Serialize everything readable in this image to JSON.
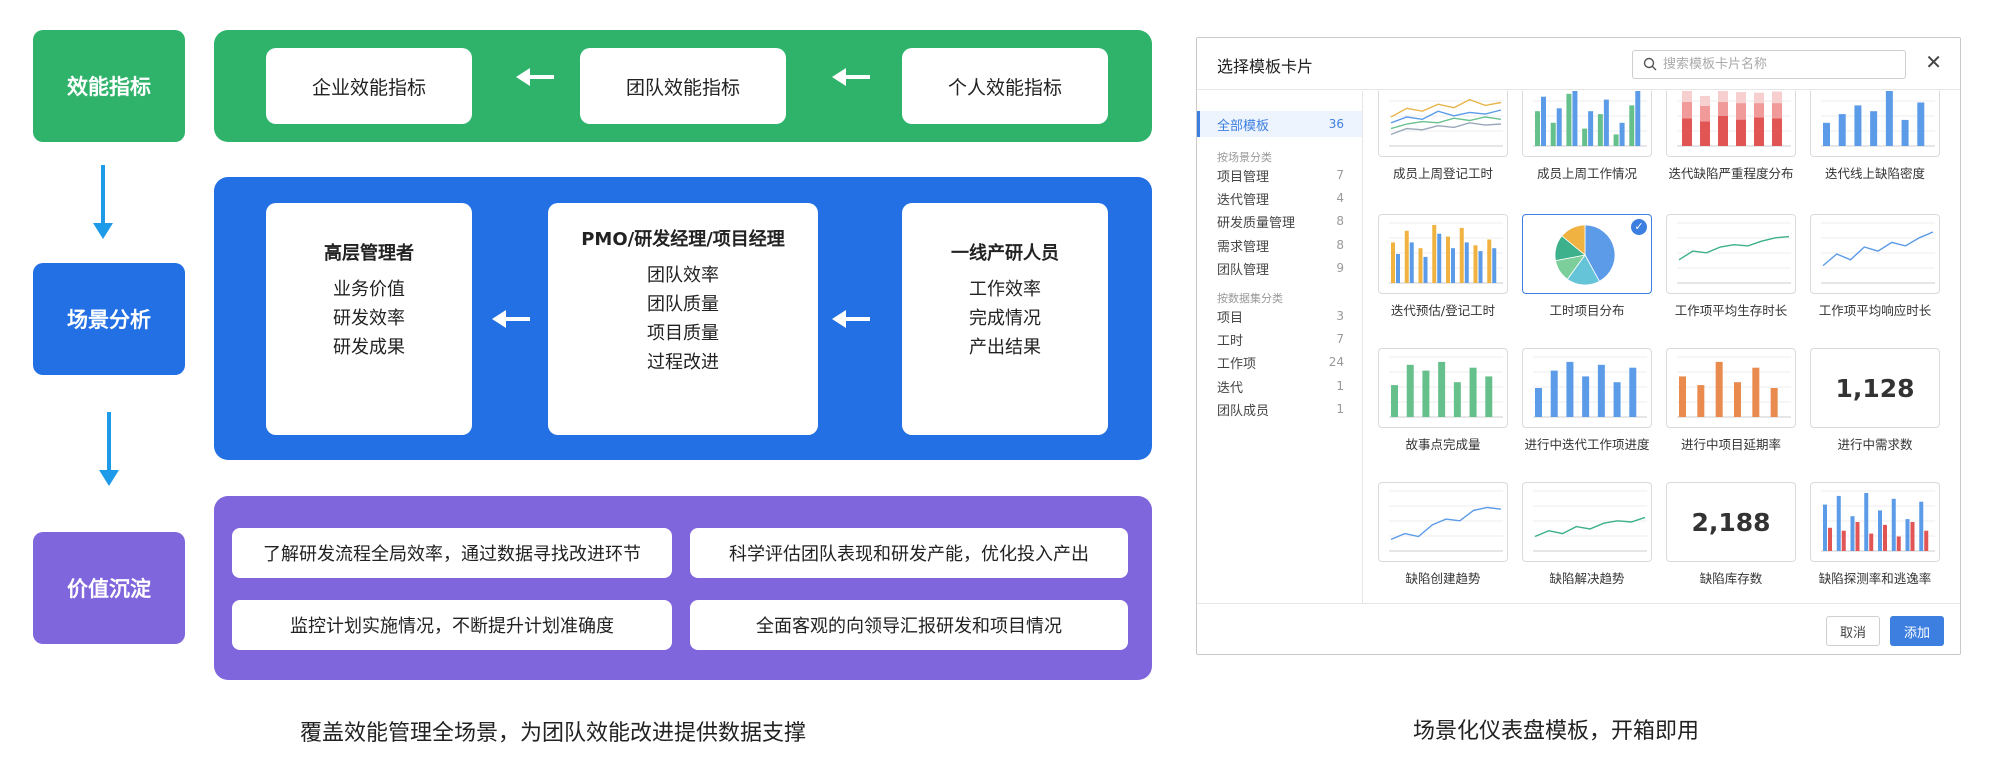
{
  "diagram": {
    "labels": [
      "效能指标",
      "场景分析",
      "价值沉淀"
    ],
    "metrics": {
      "enterprise": "企业效能指标",
      "team": "团队效能指标",
      "personal": "个人效能指标"
    },
    "roles": [
      {
        "title": "高层管理者",
        "lines": [
          "业务价值",
          "研发效率",
          "研发成果"
        ]
      },
      {
        "title": "PMO/研发经理/项目经理",
        "lines": [
          "团队效率",
          "团队质量",
          "项目质量",
          "过程改进"
        ]
      },
      {
        "title": "一线产研人员",
        "lines": [
          "工作效率",
          "完成情况",
          "产出结果"
        ]
      }
    ],
    "values": [
      "了解研发流程全局效率，通过数据寻找改进环节",
      "科学评估团队表现和研发产能，优化投入产出",
      "监控计划实施情况，不断提升计划准确度",
      "全面客观的向领导汇报研发和项目情况"
    ],
    "caption": "覆盖效能管理全场景，为团队效能改进提供数据支撑"
  },
  "dialog": {
    "title": "选择模板卡片",
    "search_placeholder": "搜索模板卡片名称",
    "close": "✕",
    "all": {
      "label": "全部模板",
      "count": "36"
    },
    "group1_title": "按场景分类",
    "group1": [
      {
        "label": "项目管理",
        "count": "7"
      },
      {
        "label": "迭代管理",
        "count": "4"
      },
      {
        "label": "研发质量管理",
        "count": "8"
      },
      {
        "label": "需求管理",
        "count": "8"
      },
      {
        "label": "团队管理",
        "count": "9"
      }
    ],
    "group2_title": "按数据集分类",
    "group2": [
      {
        "label": "项目",
        "count": "3"
      },
      {
        "label": "工时",
        "count": "7"
      },
      {
        "label": "工作项",
        "count": "24"
      },
      {
        "label": "迭代",
        "count": "1"
      },
      {
        "label": "团队成员",
        "count": "1"
      }
    ],
    "tiles": [
      {
        "name": "成员上周登记工时",
        "kind": "multiline"
      },
      {
        "name": "成员上周工作情况",
        "kind": "bars-gb"
      },
      {
        "name": "迭代缺陷严重程度分布",
        "kind": "stacked-red"
      },
      {
        "name": "迭代线上缺陷密度",
        "kind": "bars-blue"
      },
      {
        "name": "迭代预估/登记工时",
        "kind": "bars-yb"
      },
      {
        "name": "工时项目分布",
        "kind": "pie"
      },
      {
        "name": "工作项平均生存时长",
        "kind": "line-green"
      },
      {
        "name": "工作项平均响应时长",
        "kind": "line-blue"
      },
      {
        "name": "故事点完成量",
        "kind": "bars-green"
      },
      {
        "name": "进行中迭代工作项进度",
        "kind": "bars-blue2"
      },
      {
        "name": "进行中项目延期率",
        "kind": "bars-orange"
      },
      {
        "name": "进行中需求数",
        "kind": "number",
        "value": "1,128"
      },
      {
        "name": "缺陷创建趋势",
        "kind": "line-blue2"
      },
      {
        "name": "缺陷解决趋势",
        "kind": "line-green2"
      },
      {
        "name": "缺陷库存数",
        "kind": "number",
        "value": "2,188"
      },
      {
        "name": "缺陷探测率和逃逸率",
        "kind": "bars-br"
      }
    ],
    "selected_tile": "工时项目分布",
    "cancel": "取消",
    "add": "添加"
  },
  "caption2": "场景化仪表盘模板，开箱即用",
  "colors": {
    "green": "#2fb36b",
    "blue": "#2270e4",
    "purple": "#7f66dc",
    "arrow": "#1e9be8",
    "accent": "#3d7fe0"
  }
}
